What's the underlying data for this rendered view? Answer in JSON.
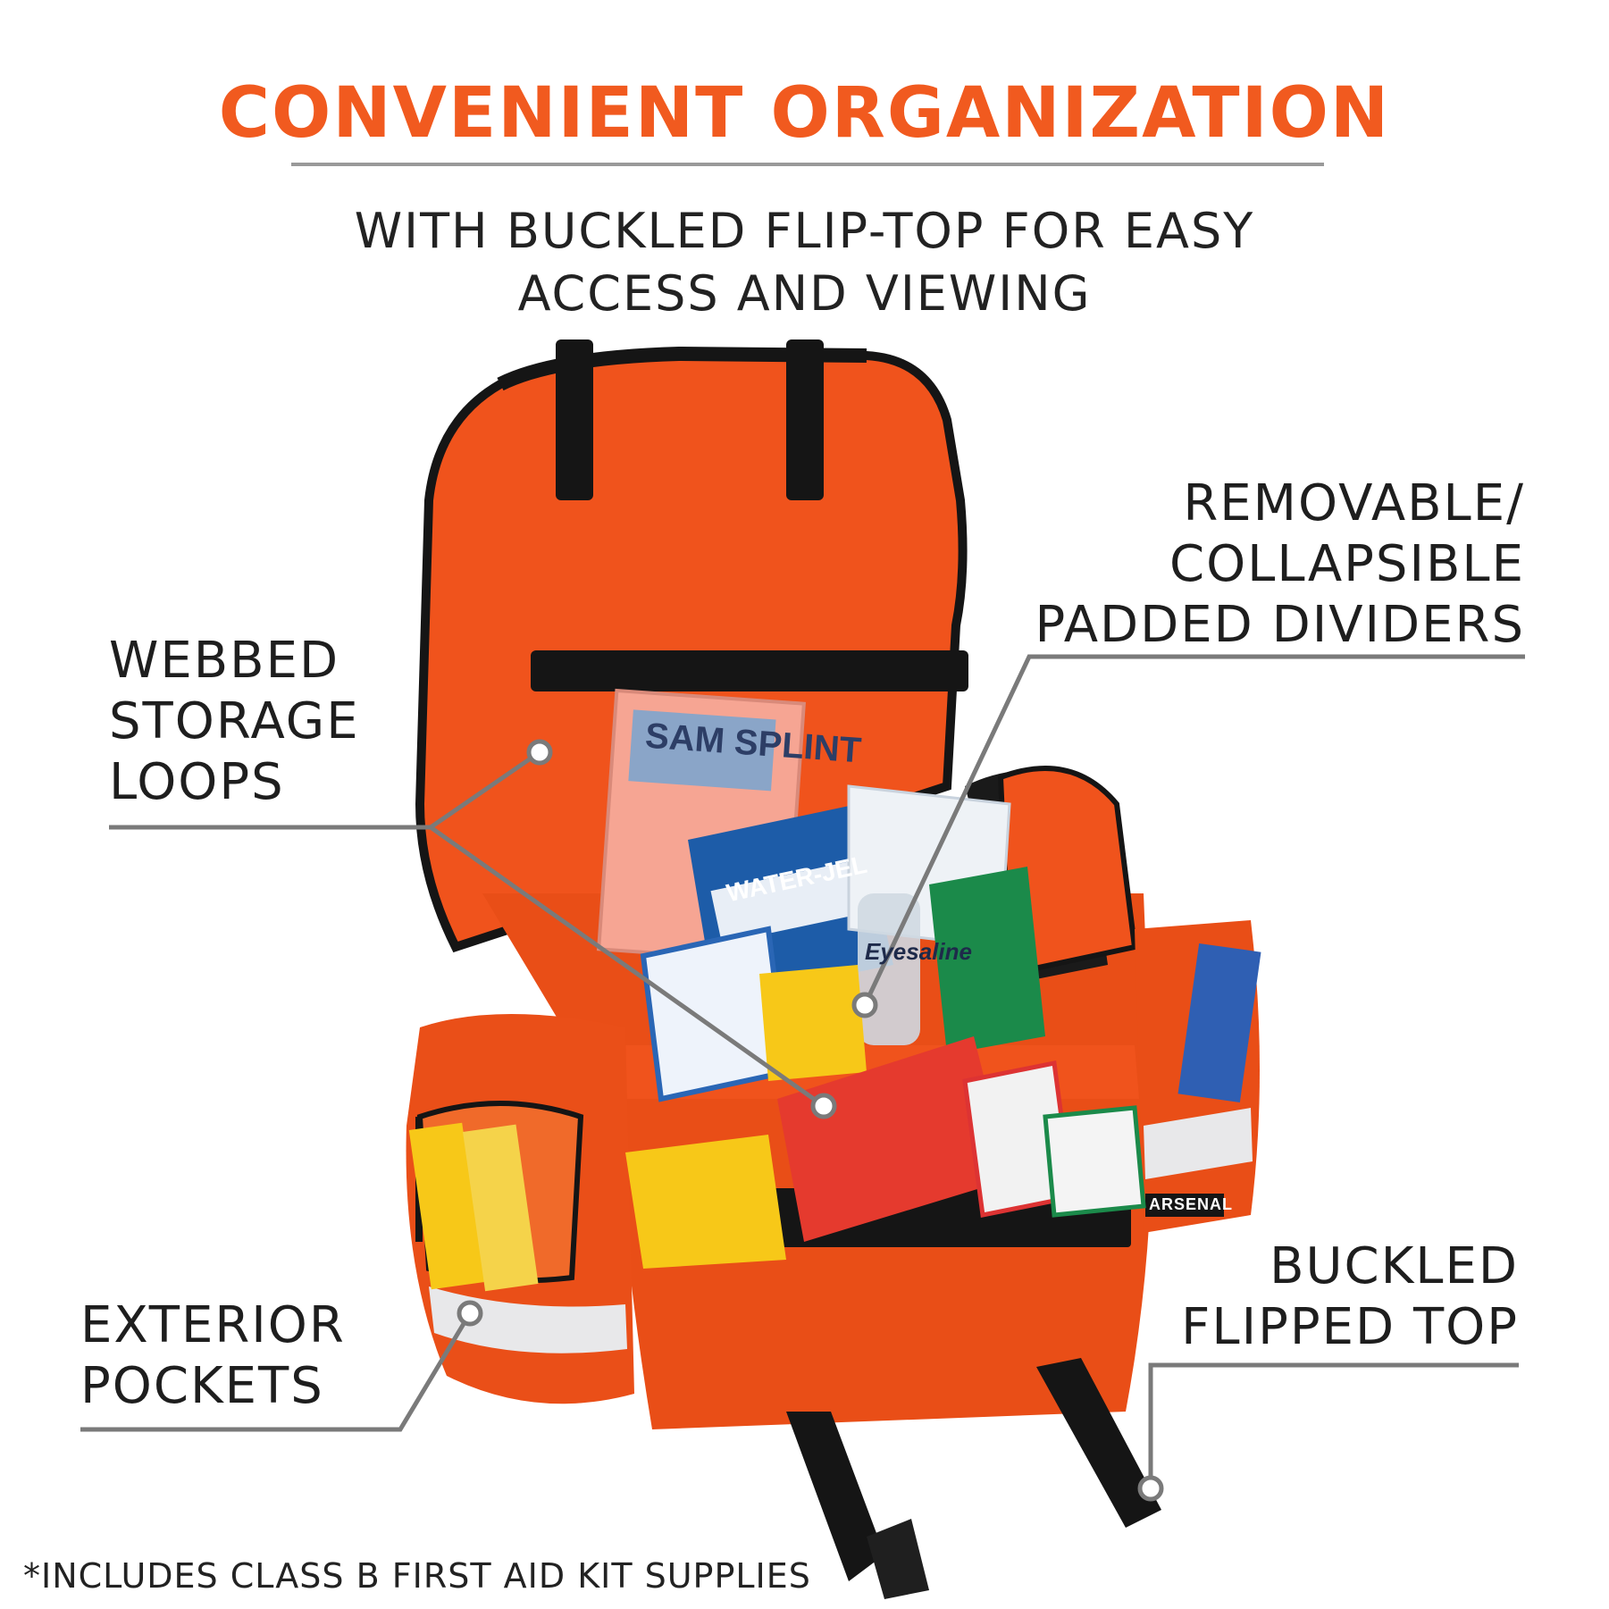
{
  "header": {
    "title": "CONVENIENT ORGANIZATION",
    "subtitle_line1": "WITH BUCKLED FLIP-TOP FOR EASY",
    "subtitle_line2": "ACCESS AND VIEWING"
  },
  "callouts": {
    "webbed": [
      "WEBBED",
      "STORAGE",
      "LOOPS"
    ],
    "dividers": [
      "REMOVABLE/",
      "COLLAPSIBLE",
      "PADDED DIVIDERS"
    ],
    "exterior": [
      "EXTERIOR",
      "POCKETS"
    ],
    "buckled": [
      "BUCKLED",
      "FLIPPED TOP"
    ]
  },
  "product_labels": {
    "splint": "SAM SPLINT",
    "burn": "WATER-JEL",
    "eyewash": "Eyesaline",
    "brand": "ARSENAL"
  },
  "footnote": "*INCLUDES CLASS B FIRST AID KIT SUPPLIES",
  "colors": {
    "accent": "#f15a1f",
    "bag_orange": "#f0531c",
    "bag_dark": "#c9400f",
    "strap": "#151515",
    "leader": "#7a7a7a"
  }
}
